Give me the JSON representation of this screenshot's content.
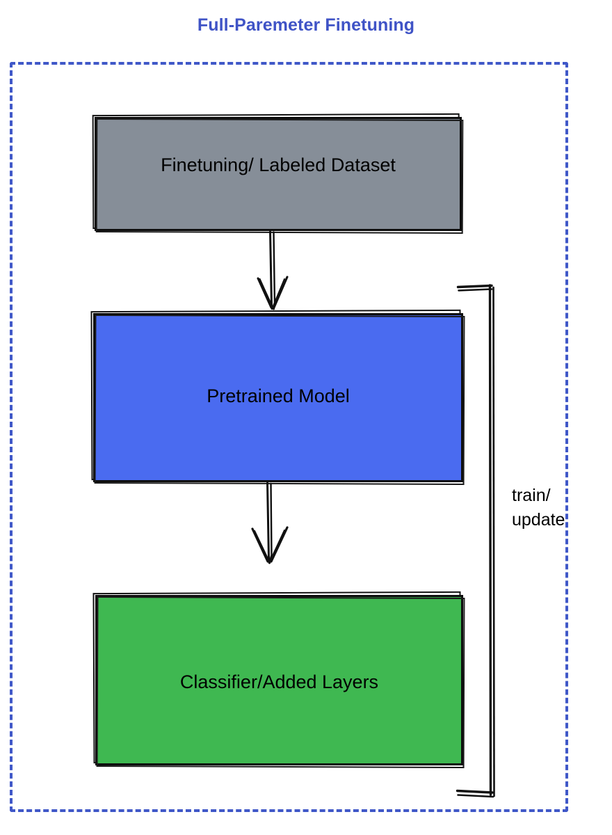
{
  "title": "Full-Paremeter Finetuning",
  "theme": {
    "title_color": "#3f53c6",
    "frame_border_color": "#4058c8",
    "background": "#ffffff",
    "stroke_color": "#111111"
  },
  "nodes": [
    {
      "id": "dataset",
      "label": "Finetuning/ Labeled Dataset",
      "fill": "#868e98",
      "shape": "rectangle"
    },
    {
      "id": "pretrained",
      "label": "Pretrained Model",
      "fill": "#4a6bf0",
      "shape": "rectangle"
    },
    {
      "id": "classifier",
      "label": "Classifier/Added Layers",
      "fill": "#3fb851",
      "shape": "rectangle"
    }
  ],
  "edges": [
    {
      "id": "dataset-to-pretrained",
      "from": "dataset",
      "to": "pretrained",
      "label": "",
      "style": "arrow-down"
    },
    {
      "id": "pretrained-to-classifier",
      "from": "pretrained",
      "to": "classifier",
      "label": "",
      "style": "arrow-down"
    },
    {
      "id": "classifier-to-pretrained-loop",
      "from": "classifier",
      "to": "pretrained",
      "label": "train/\nupdate",
      "style": "feedback-bracket"
    }
  ],
  "loop_label": "train/\nupdate"
}
